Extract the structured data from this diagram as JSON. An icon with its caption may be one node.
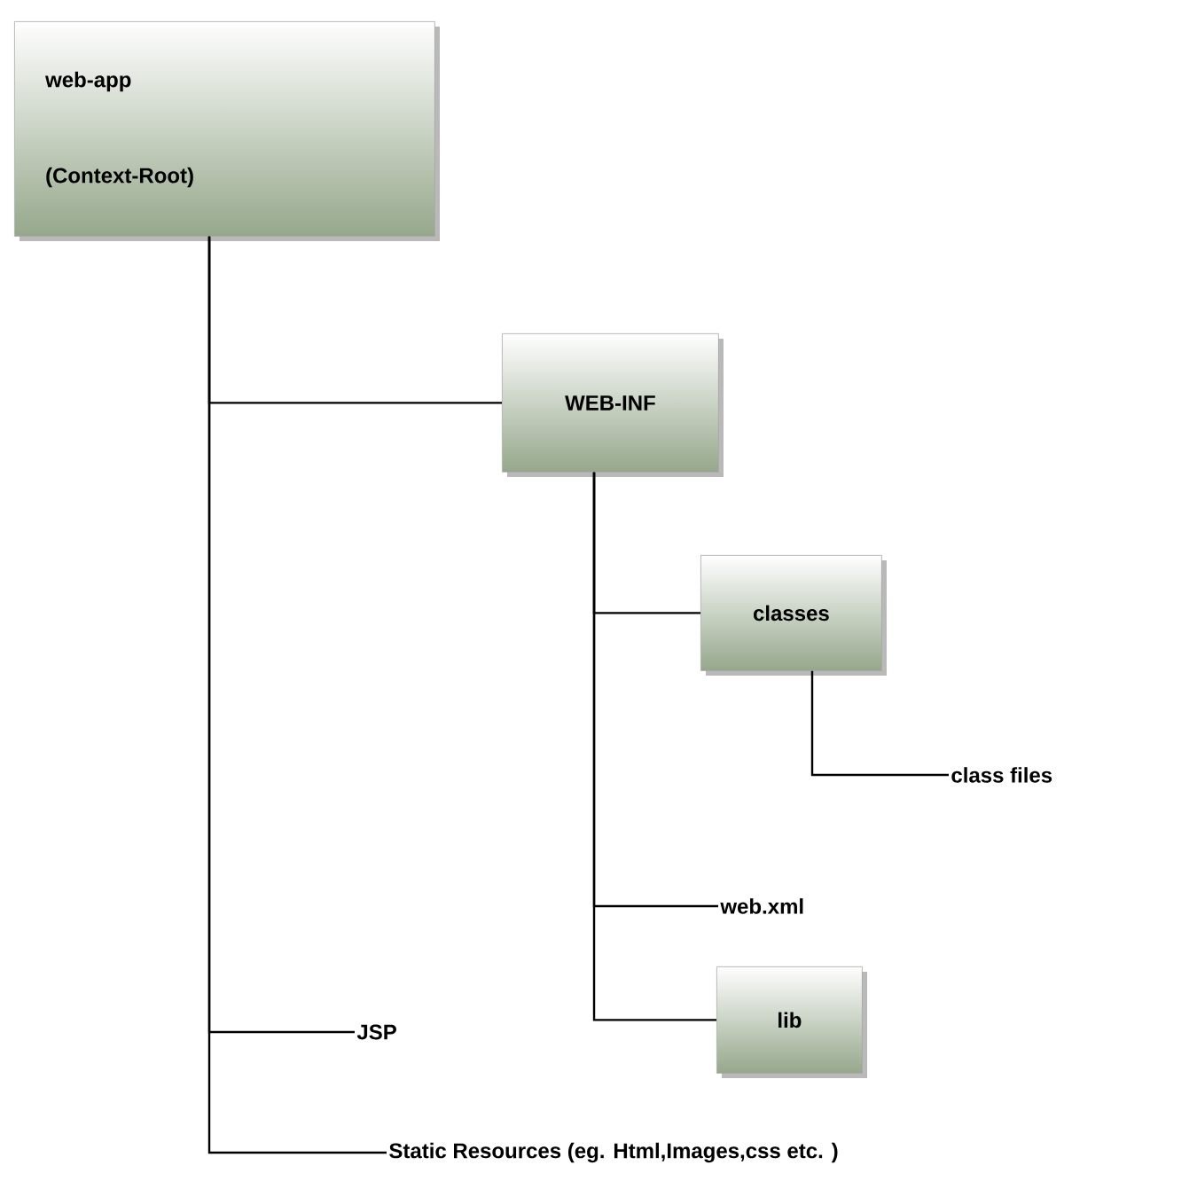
{
  "diagram": {
    "nodes": [
      {
        "text": [
          "web-app",
          "(Context-Root)"
        ]
      },
      {
        "text": [
          "WEB-INF"
        ]
      },
      {
        "text": [
          "classes"
        ]
      },
      {
        "text": [
          "class files"
        ]
      },
      {
        "text": [
          "web.xml"
        ]
      },
      {
        "text": [
          "lib"
        ]
      },
      {
        "text": [
          "JSP"
        ]
      },
      {
        "text": [
          "Static Resources (eg. Html,Images,css etc. )"
        ]
      }
    ],
    "edges": [
      {
        "from": 0,
        "to": 1,
        "arrow": "none"
      },
      {
        "from": 1,
        "to": 2,
        "arrow": "none"
      },
      {
        "from": 2,
        "to": 3,
        "arrow": "none"
      },
      {
        "from": 1,
        "to": 4,
        "arrow": "none"
      },
      {
        "from": 1,
        "to": 5,
        "arrow": "none"
      },
      {
        "from": 0,
        "to": 6,
        "arrow": "none"
      },
      {
        "from": 0,
        "to": 7,
        "arrow": "none"
      }
    ]
  }
}
